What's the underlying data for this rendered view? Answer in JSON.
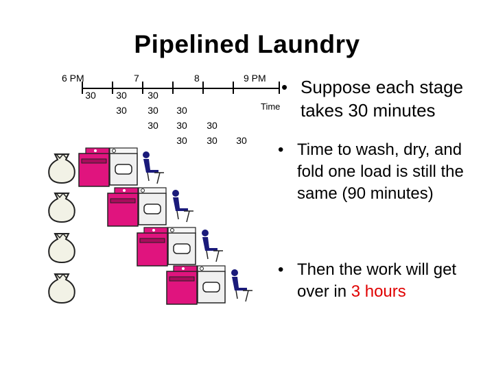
{
  "title": "Pipelined Laundry",
  "timeline": {
    "labels": [
      "6 PM",
      "7",
      "8",
      "9 PM"
    ],
    "time_label": "Time"
  },
  "stage_grid": [
    [
      "30",
      "30",
      "30"
    ],
    [
      "30",
      "30",
      "30"
    ],
    [
      "30",
      "30",
      "30"
    ],
    [
      "30",
      "30",
      "30"
    ]
  ],
  "colors": {
    "washer": "#e0147e",
    "dryer": "#f0f0f0",
    "bag": "#f2f2e6",
    "folder": "#1a1a7a",
    "highlight": "#e00000"
  },
  "bullets": [
    {
      "text": "Suppose each  stage takes 30 minutes"
    },
    {
      "text": "Time to wash, dry, and fold one load is still the same (90 minutes)"
    },
    {
      "text_before": "Then the work will get over in ",
      "highlight": "3 hours"
    }
  ],
  "icons": [
    "laundry-bag-icon",
    "washer-icon",
    "dryer-icon",
    "folder-person-icon"
  ]
}
